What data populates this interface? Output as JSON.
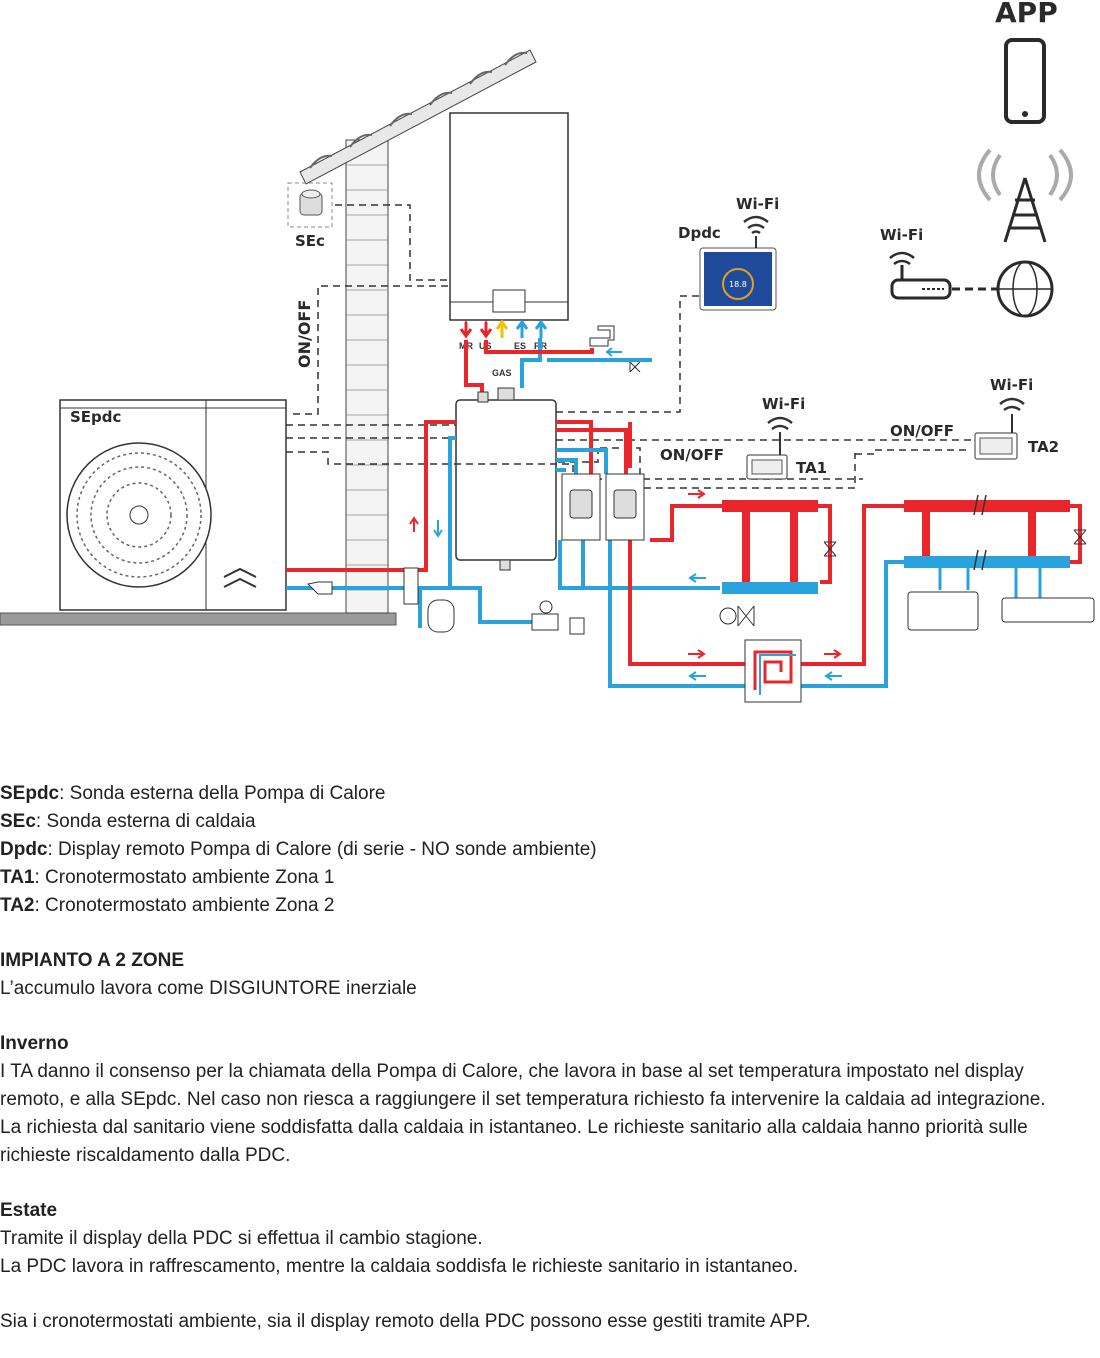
{
  "diagram": {
    "labels": {
      "app": "APP",
      "sec": "SEc",
      "sepdc": "SEpdc",
      "dpdc": "Dpdc",
      "wifi": "Wi-Fi",
      "onoff": "ON/OFF",
      "ta1": "TA1",
      "ta2": "TA2",
      "gas": "GAS",
      "mr": "MR",
      "us": "US",
      "es": "ES",
      "rr": "RR"
    },
    "colors": {
      "hot": "#e8262b",
      "cold": "#2aa3dc",
      "gas": "#f2c100",
      "dark": "#2a2a2a"
    }
  },
  "legend": [
    {
      "key": "SEpdc",
      "text": ": Sonda esterna della Pompa di Calore"
    },
    {
      "key": "SEc",
      "text": ": Sonda esterna di caldaia"
    },
    {
      "key": "Dpdc",
      "text": ": Display remoto Pompa di Calore (di serie - NO sonde ambiente)"
    },
    {
      "key": "TA1",
      "text": ": Cronotermostato ambiente Zona 1"
    },
    {
      "key": "TA2",
      "text": ": Cronotermostato ambiente Zona 2"
    }
  ],
  "system": {
    "title": "IMPIANTO A 2 ZONE",
    "subtitle": "L’accumulo lavora come DISGIUNTORE inerziale"
  },
  "winter": {
    "title": "Inverno",
    "p1": "I TA danno il consenso per la chiamata della Pompa di Calore, che lavora in base al set temperatura impostato nel display remoto, e alla SEpdc. Nel caso non riesca a raggiungere il set temperatura richiesto fa intervenire la caldaia ad integrazione.",
    "p2": "La richiesta dal sanitario viene soddisfatta dalla caldaia in istantaneo. Le richieste sanitario alla caldaia hanno priorità sulle richieste riscaldamento dalla PDC."
  },
  "summer": {
    "title": "Estate",
    "p1": "Tramite il display della PDC si effettua il cambio stagione.",
    "p2": "La PDC lavora in raffrescamento, mentre la caldaia soddisfa le richieste sanitario in istantaneo."
  },
  "footer": "Sia i cronotermostati ambiente, sia il display remoto della PDC possono esse gestiti tramite APP."
}
